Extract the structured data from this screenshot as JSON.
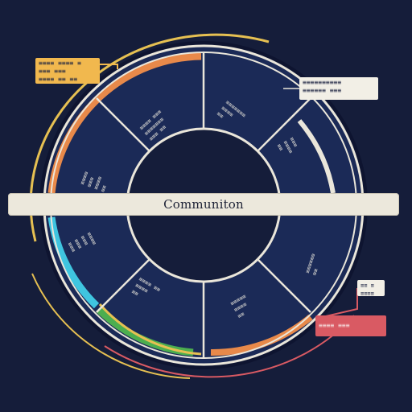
{
  "center_label": "Communiton",
  "segment_labels": [
    {
      "id": "s1",
      "text": "≡≡≡≡ ≡≡≡\n≡≡≡≡≡≡≡\n≡≡≡ ≡≡"
    },
    {
      "id": "s2",
      "text": "≡≡≡≡≡≡≡\n≡≡≡≡\n≡≡"
    },
    {
      "id": "s3",
      "text": "≡≡≡≡\n≡≡≡\n≡≡≡≡\n≡≡"
    },
    {
      "id": "s4",
      "text": "≡≡≡\n≡≡≡≡\n≡≡"
    },
    {
      "id": "s5",
      "text": "≡≡≡≡\n≡≡≡\n≡≡≡\n≡≡≡"
    },
    {
      "id": "s6",
      "text": "≡≡≡≡≡≡\n≡≡"
    },
    {
      "id": "s7",
      "text": "≡≡≡≡ ≡≡\n≡≡≡≡\n≡≡"
    },
    {
      "id": "s8",
      "text": "≡≡≡≡≡\n≡≡≡≡\n≡≡"
    }
  ],
  "callouts": {
    "top_left": "≡≡≡≡ ≡≡≡≡ ≡\n≡≡≡ ≡≡≡\n≡≡≡≡ ≡≡ ≡≡",
    "top_right": "≡≡≡≡≡≡≡≡≡≡\n≡≡≡≡≡≡ ≡≡≡",
    "small_right": "≡≡ ≡\n≡≡≡≡",
    "bottom_right": "≡≡≡≡ ≡≡≡"
  },
  "colors": {
    "background": "#151d3a",
    "segment_fill": "#1b2a57",
    "ring_stroke": "#eae6da",
    "arc_orange": "#e8894a",
    "arc_cyan": "#3fc5e0",
    "arc_green": "#4cae4f",
    "arc_yellow": "#e6c052",
    "arc_red": "#d95a63",
    "callout_yellow": "#f1b84e",
    "callout_red": "#d95a63"
  }
}
